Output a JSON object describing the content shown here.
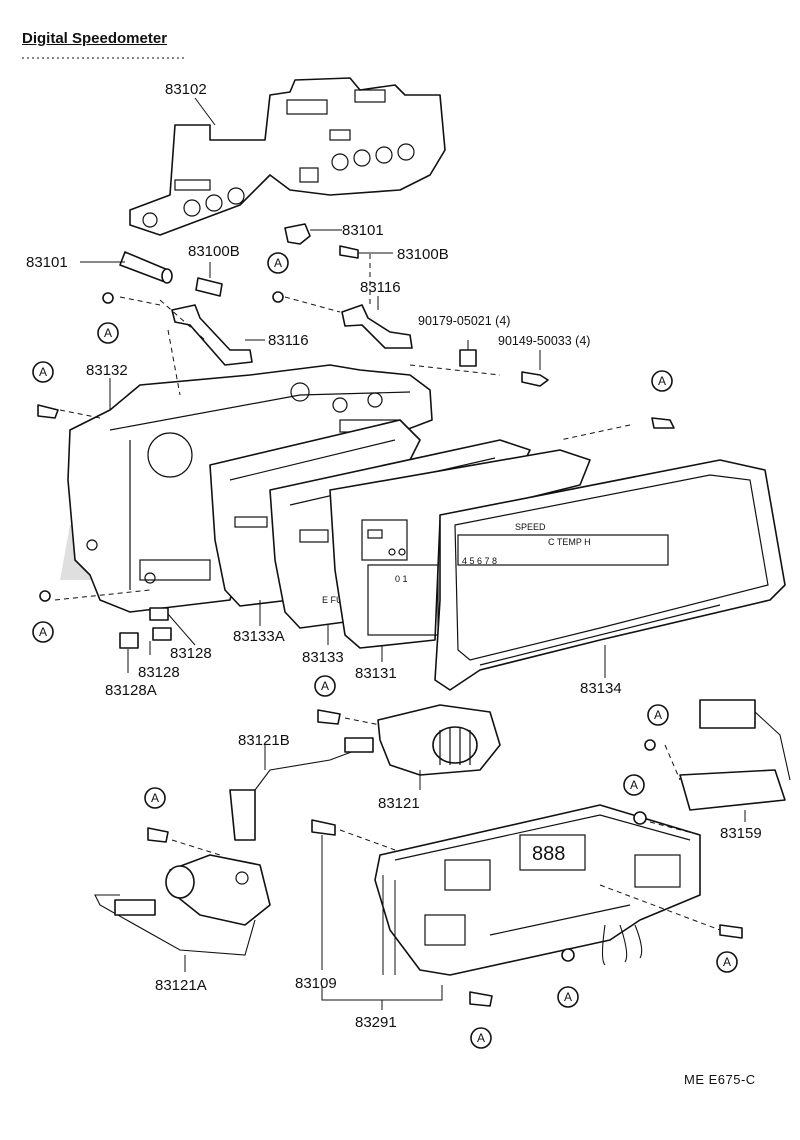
{
  "title": "Digital Speedometer",
  "ref_code": "ME  E675-C",
  "marker": "A",
  "labels": {
    "l83102": "83102",
    "l83101a": "83101",
    "l83101b": "83101",
    "l83100Ba": "83100B",
    "l83100Bb": "83100B",
    "l83116a": "83116",
    "l83116b": "83116",
    "l90179": "90179-05021 (4)",
    "l90149": "90149-50033 (4)",
    "l83132": "83132",
    "l83133A": "83133A",
    "l83133": "83133",
    "l83131": "83131",
    "l83134": "83134",
    "l83128a": "83128",
    "l83128b": "83128",
    "l83128A": "83128A",
    "l83121B": "83121B",
    "l83121": "83121",
    "l83159": "83159",
    "l83121A": "83121A",
    "l83109": "83109",
    "l83291": "83291"
  },
  "face": {
    "speed": "SPEED",
    "digits": "4 5 6 7 8",
    "ctemp": "C TEMP H",
    "zero_one": "0  1",
    "efuel": "E  FUEL",
    "display": "888"
  }
}
